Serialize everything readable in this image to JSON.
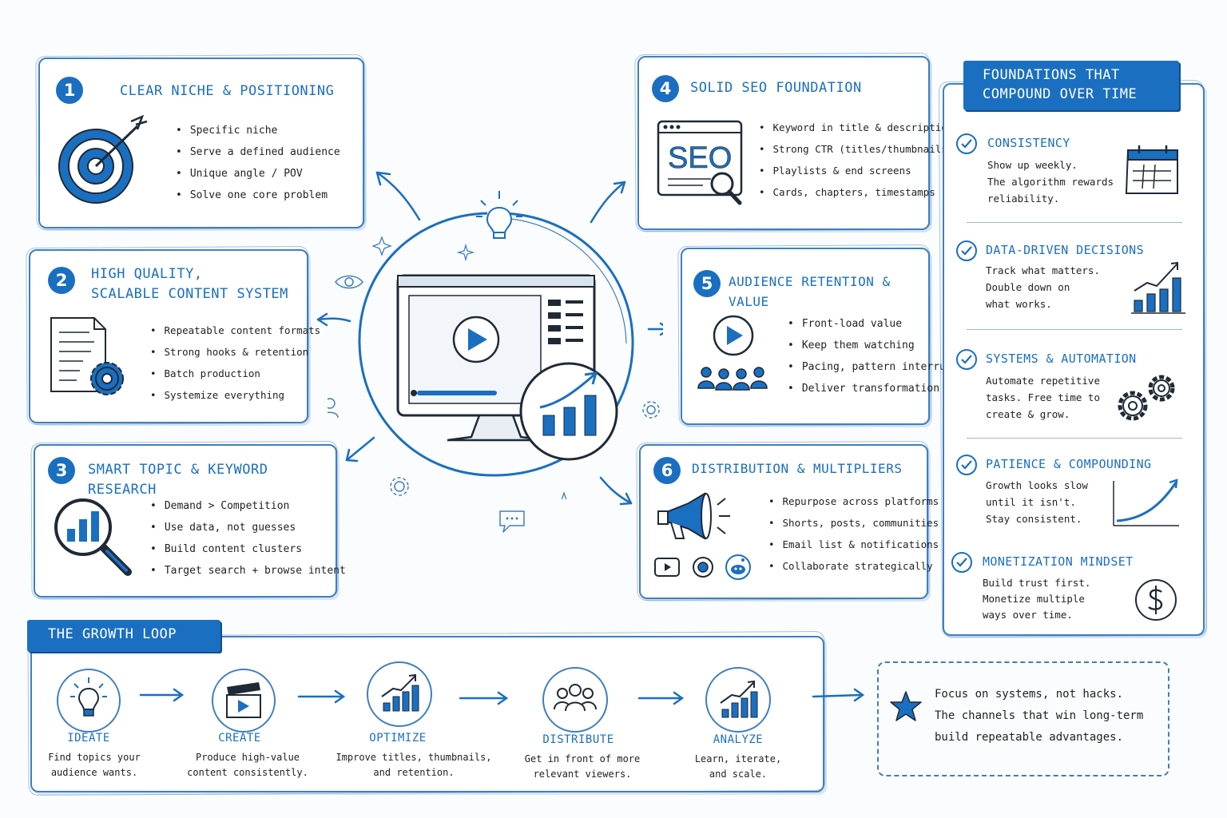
{
  "cards": [
    {
      "num": "1",
      "title": "Clear niche & positioning",
      "bullets": [
        "Specific niche",
        "Serve a defined audience",
        "Unique angle / POV",
        "Solve one core problem"
      ]
    },
    {
      "num": "2",
      "title_line1": "High quality,",
      "title_line2": "scalable content system",
      "bullets": [
        "Repeatable content formats",
        "Strong hooks & retention",
        "Batch production",
        "Systemize everything"
      ]
    },
    {
      "num": "3",
      "title": "Smart topic & keyword research",
      "bullets": [
        "Demand > Competition",
        "Use data, not guesses",
        "Build content clusters",
        "Target search + browse intent"
      ]
    },
    {
      "num": "4",
      "title": "Solid SEO foundation",
      "bullets": [
        "Keyword in title & description",
        "Strong CTR (titles/thumbnails)",
        "Playlists & end screens",
        "Cards, chapters, timestamps"
      ]
    },
    {
      "num": "5",
      "title": "Audience retention & value",
      "bullets": [
        "Front-load value",
        "Keep them watching",
        "Pacing, pattern interrupts",
        "Deliver transformation"
      ]
    },
    {
      "num": "6",
      "title": "Distribution & multipliers",
      "bullets": [
        "Repurpose across platforms",
        "Shorts, posts, communities",
        "Email list & notifications",
        "Collaborate strategically"
      ]
    }
  ],
  "seo_icon_text": "SEO",
  "foundations": {
    "banner_line1": "Foundations that",
    "banner_line2": "compound over time",
    "items": [
      {
        "title": "Consistency",
        "desc": [
          "Show up weekly.",
          "The algorithm rewards",
          "reliability."
        ],
        "icon": "calendar-icon"
      },
      {
        "title": "Data-driven decisions",
        "desc": [
          "Track what matters.",
          "Double down on",
          "what works."
        ],
        "icon": "bar-chart-icon"
      },
      {
        "title": "Systems & automation",
        "desc": [
          "Automate repetitive",
          "tasks. Free time to",
          "create & grow."
        ],
        "icon": "gears-icon"
      },
      {
        "title": "Patience & compounding",
        "desc": [
          "Growth looks slow",
          "until it isn't.",
          "Stay consistent."
        ],
        "icon": "growth-curve-icon"
      },
      {
        "title": "Monetization mindset",
        "desc": [
          "Build trust first.",
          "Monetize multiple",
          "ways over time."
        ],
        "icon": "dollar-icon"
      }
    ]
  },
  "growth_loop": {
    "banner": "The growth loop",
    "steps": [
      {
        "label": "IDEATE",
        "desc": [
          "Find topics your",
          "audience wants."
        ],
        "icon": "lightbulb-icon"
      },
      {
        "label": "CREATE",
        "desc": [
          "Produce high-value",
          "content consistently."
        ],
        "icon": "clapperboard-icon"
      },
      {
        "label": "OPTIMIZE",
        "desc": [
          "Improve titles, thumbnails,",
          "and retention."
        ],
        "icon": "chart-icon"
      },
      {
        "label": "DISTRIBUTE",
        "desc": [
          "Get in front of more",
          "relevant viewers."
        ],
        "icon": "people-icon"
      },
      {
        "label": "ANALYZE",
        "desc": [
          "Learn, iterate,",
          "and scale."
        ],
        "icon": "analytics-icon"
      }
    ],
    "note": [
      "Focus on systems, not hacks.",
      "The channels that win long-term",
      "build repeatable advantages."
    ]
  },
  "colors": {
    "accent": "#1a6fc1",
    "light_accent": "#3f7fc0",
    "ink": "#1f2a36"
  }
}
